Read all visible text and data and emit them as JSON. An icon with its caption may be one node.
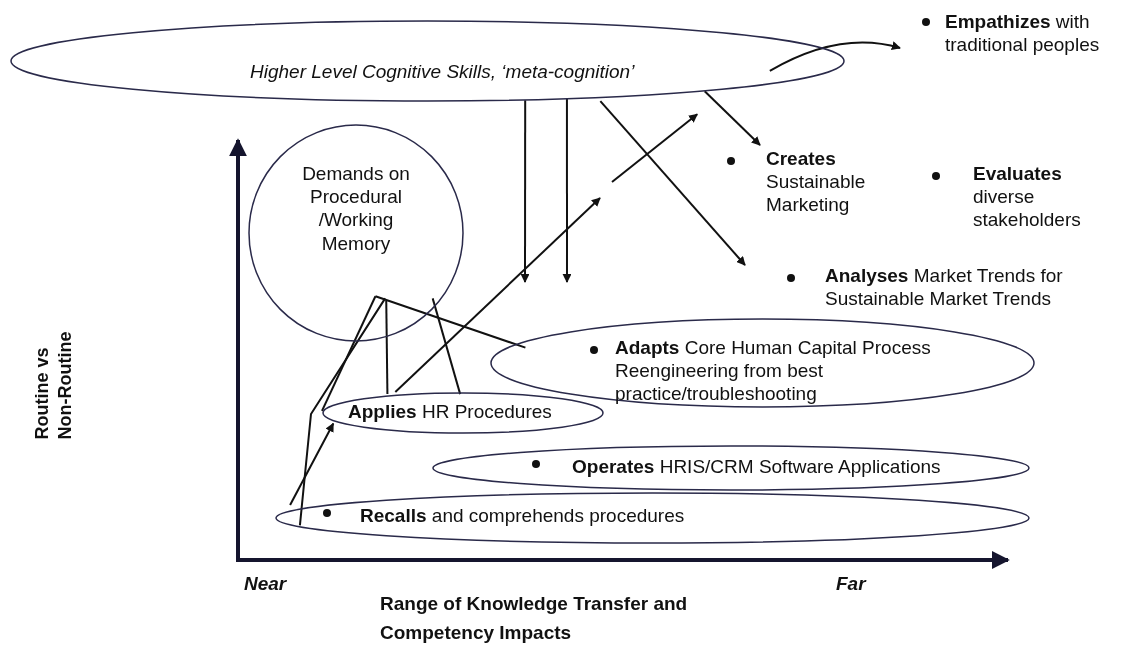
{
  "diagram": {
    "nodes": [
      {
        "text": [
          "Higher Level Cognitive Skills, ‘meta-cognition’"
        ]
      },
      {
        "text": [
          "**Empathizes** with traditional peoples"
        ]
      },
      {
        "text": [
          "**Creates** Sustainable Marketing"
        ]
      },
      {
        "text": [
          "**Evaluates** diverse stakeholders"
        ]
      },
      {
        "text": [
          "Demands on Procedural /Working Memory"
        ]
      },
      {
        "text": [
          "**Analyses** Market Trends for Sustainable Market Trends"
        ]
      },
      {
        "text": [
          "**Adapts** Core Human Capital Process Reengineering from best practice/troubleshooting"
        ]
      },
      {
        "text": [
          "**Applies** HR Procedures"
        ]
      },
      {
        "text": [
          "**Operates** HRIS/CRM Software Applications"
        ]
      },
      {
        "text": [
          "**Recalls** and comprehends procedures"
        ]
      }
    ],
    "edges": [
      {
        "from": 0,
        "to": 2,
        "arrow": "to"
      },
      {
        "from": 0,
        "to": 5,
        "arrow": "to"
      },
      {
        "from": 0,
        "to": 1,
        "arrow": "to"
      },
      {
        "from": 0,
        "to": null,
        "arrow": "to"
      },
      {
        "from": 0,
        "to": null,
        "arrow": "to"
      },
      {
        "from": 7,
        "to": null,
        "arrow": "to"
      },
      {
        "from": null,
        "to": 0,
        "arrow": "to"
      },
      {
        "from": 9,
        "to": 7,
        "arrow": "to"
      },
      {
        "from": 4,
        "to": 6,
        "arrow": "none"
      },
      {
        "from": 4,
        "to": 7,
        "arrow": "none"
      },
      {
        "from": 4,
        "to": 9,
        "arrow": "none"
      },
      {
        "from": 4,
        "to": 7,
        "arrow": "none"
      },
      {
        "from": 4,
        "to": 7,
        "arrow": "none"
      }
    ],
    "labels": [
      "Routine vs Non-Routine",
      "Near",
      "Far",
      "Range of Knowledge Transfer and Competency Impacts"
    ]
  }
}
